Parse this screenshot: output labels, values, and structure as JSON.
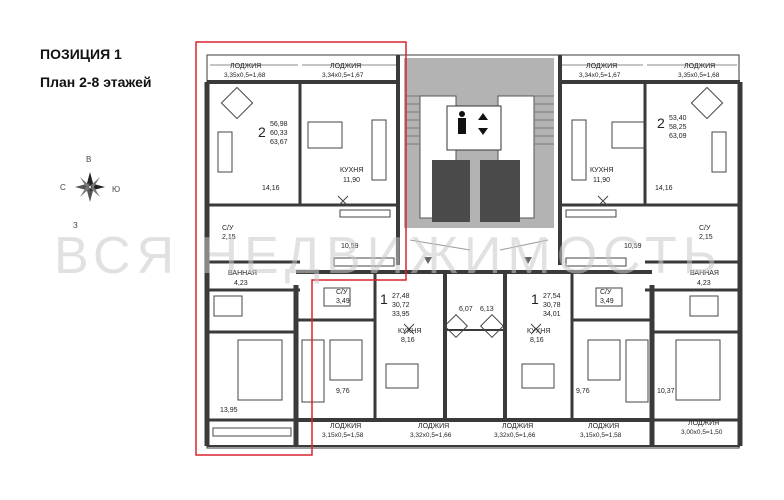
{
  "header": {
    "position": "ПОЗИЦИЯ 1",
    "floors": "План 2-8 этажей"
  },
  "watermark": "ВСЯ НЕДВИЖИМОСТЬ",
  "compass": {
    "n": "В",
    "s": "З",
    "w": "С",
    "e": "Ю"
  },
  "rooms": {
    "loggia_a": "ЛОДЖИЯ",
    "loggia_a_dim": "3,35x0,5=1,68",
    "loggia_b": "ЛОДЖИЯ",
    "loggia_b_dim": "3,34x0,5=1,67",
    "loggia_c": "ЛОДЖИЯ",
    "loggia_c_dim": "3,34x0,5=1,67",
    "loggia_d": "ЛОДЖИЯ",
    "loggia_d_dim": "3,35x0,5=1,68",
    "apt_left_num": "2",
    "apt_left_areas": [
      "56,98",
      "60,33",
      "63,67"
    ],
    "apt_right_num": "2",
    "apt_right_areas": [
      "53,40",
      "58,25",
      "63,09"
    ],
    "kitchen_left": "КУХНЯ",
    "kitchen_left_area": "11,90",
    "kitchen_right": "КУХНЯ",
    "kitchen_right_area": "11,90",
    "living_left": "14,16",
    "living_right": "14,16",
    "hall_left": "10,59",
    "hall_right": "10,59",
    "su_left": "С/У",
    "su_left_area": "2,15",
    "su_right": "С/У",
    "su_right_area": "2,15",
    "bath_left": "ВАННАЯ",
    "bath_left_area": "4,23",
    "bath_right": "ВАННАЯ",
    "bath_right_area": "4,23",
    "bed_left": "13,95",
    "bed_right": "10,37",
    "loggia_bottom_right": "ЛОДЖИЯ",
    "loggia_bottom_right_dim": "3,00x0,5=1,50",
    "su_c1": "С/У",
    "su_c1_area": "3,49",
    "su_c2": "С/У",
    "su_c2_area": "3,49",
    "apt_c1_num": "1",
    "apt_c1_areas": [
      "27,48",
      "30,72",
      "33,95"
    ],
    "apt_c2_num": "1",
    "apt_c2_areas": [
      "27,54",
      "30,78",
      "34,01"
    ],
    "hall_c1": "6,07",
    "hall_c2": "6,13",
    "kitchen_c1": "КУХНЯ",
    "kitchen_c1_area": "8,16",
    "kitchen_c2": "КУХНЯ",
    "kitchen_c2_area": "8,16",
    "room_c1": "9,76",
    "room_c2": "9,76",
    "loggia_e": "ЛОДЖИЯ",
    "loggia_e_dim": "3,15x0,5=1,58",
    "loggia_f": "ЛОДЖИЯ",
    "loggia_f_dim": "3,32x0,5=1,66",
    "loggia_g": "ЛОДЖИЯ",
    "loggia_g_dim": "3,32x0,5=1,66",
    "loggia_h": "ЛОДЖИЯ",
    "loggia_h_dim": "3,15x0,5=1,58"
  },
  "colors": {
    "wall": "#3a3a3a",
    "stair": "#a9a9a9",
    "highlight": "#d9232e",
    "line": "#6a6a6a"
  }
}
